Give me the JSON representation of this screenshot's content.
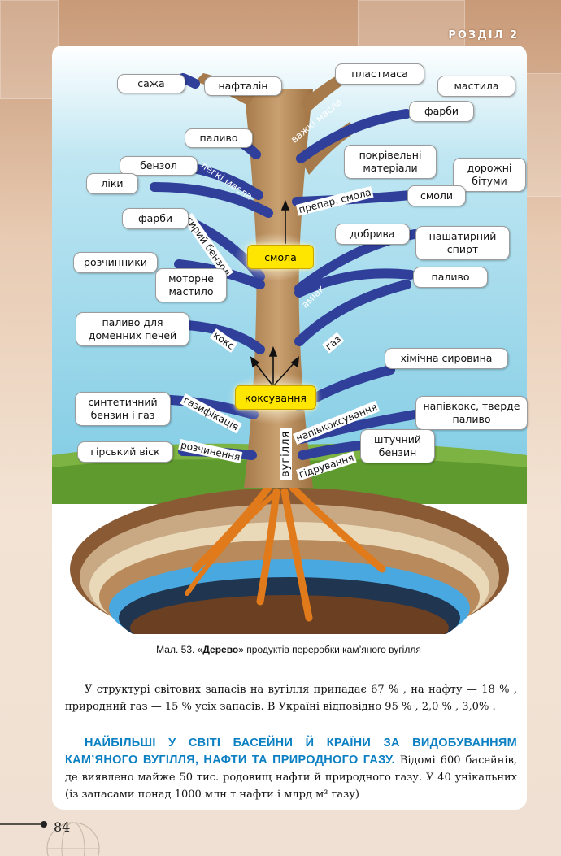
{
  "section_tag": "РОЗДІЛ 2",
  "page_number": "84",
  "figure": {
    "core_label": "вугілля",
    "process_yellow": [
      "коксування",
      "смола"
    ],
    "branch_labels": {
      "vazhki_masla": "важкі масла",
      "legki_masla": "легкі масла",
      "prepar_smola": "препар. смола",
      "syryi_benzol": "сирий бензол",
      "amiak": "аміак",
      "koks": "кокс",
      "gaz": "газ",
      "gazyfikatsia": "газифікація",
      "napivkoksuvannia": "напівкоксування",
      "rozchynennia": "розчинення",
      "gidruvannia": "гідрування"
    },
    "products": {
      "sazha": "сажа",
      "naftalin": "нафталін",
      "plastmasa": "пластмаса",
      "mastyla": "мастила",
      "farby1": "фарби",
      "palyvo1": "паливо",
      "pokrivelni": "покрівельні матеріали",
      "dorozhni": "дорожні бітуми",
      "benzol": "бензол",
      "liky": "ліки",
      "smoly": "смоли",
      "farby2": "фарби",
      "dobryva": "добрива",
      "nashatyr": "нашатирний спирт",
      "rozchynnyky": "розчинники",
      "motorne": "моторне мастило",
      "palyvo2": "паливо",
      "palyvo_domen": "паливо для доменних печей",
      "khimichna": "хімічна сировина",
      "syntetychnyi": "синтетичний бензин і газ",
      "napivkoks": "напівкокс, тверде паливо",
      "girskyi": "гірський віск",
      "shtuchnyi": "штучний бензин"
    }
  },
  "caption_prefix": "Мал. 53. «",
  "caption_bold": "Дерево",
  "caption_rest": "» продуктів переробки кам’яного вугілля",
  "paragraph1": "У структурі світових запасів на вугілля припадає 67 % , на нафту — 18 % , природний газ — 15 % усіх запасів. В Україні відповідно 95 % , 2,0 % , 3,0% .",
  "heading": "НАЙБІЛЬШІ У СВІТІ БАСЕЙНИ Й КРАЇНИ ЗА ВИДОБУВАННЯМ КАМ’ЯНОГО ВУГІЛЛЯ, НАФТИ ТА ПРИРОДНОГО ГАЗУ.",
  "heading_tail": " Відомі 600 басейнів, де виявлено майже 50 тис. родовищ нафти й природного газу. У 40 унікальних (із запасами понад 1000 млн т нафти і млрд м³ газу)"
}
